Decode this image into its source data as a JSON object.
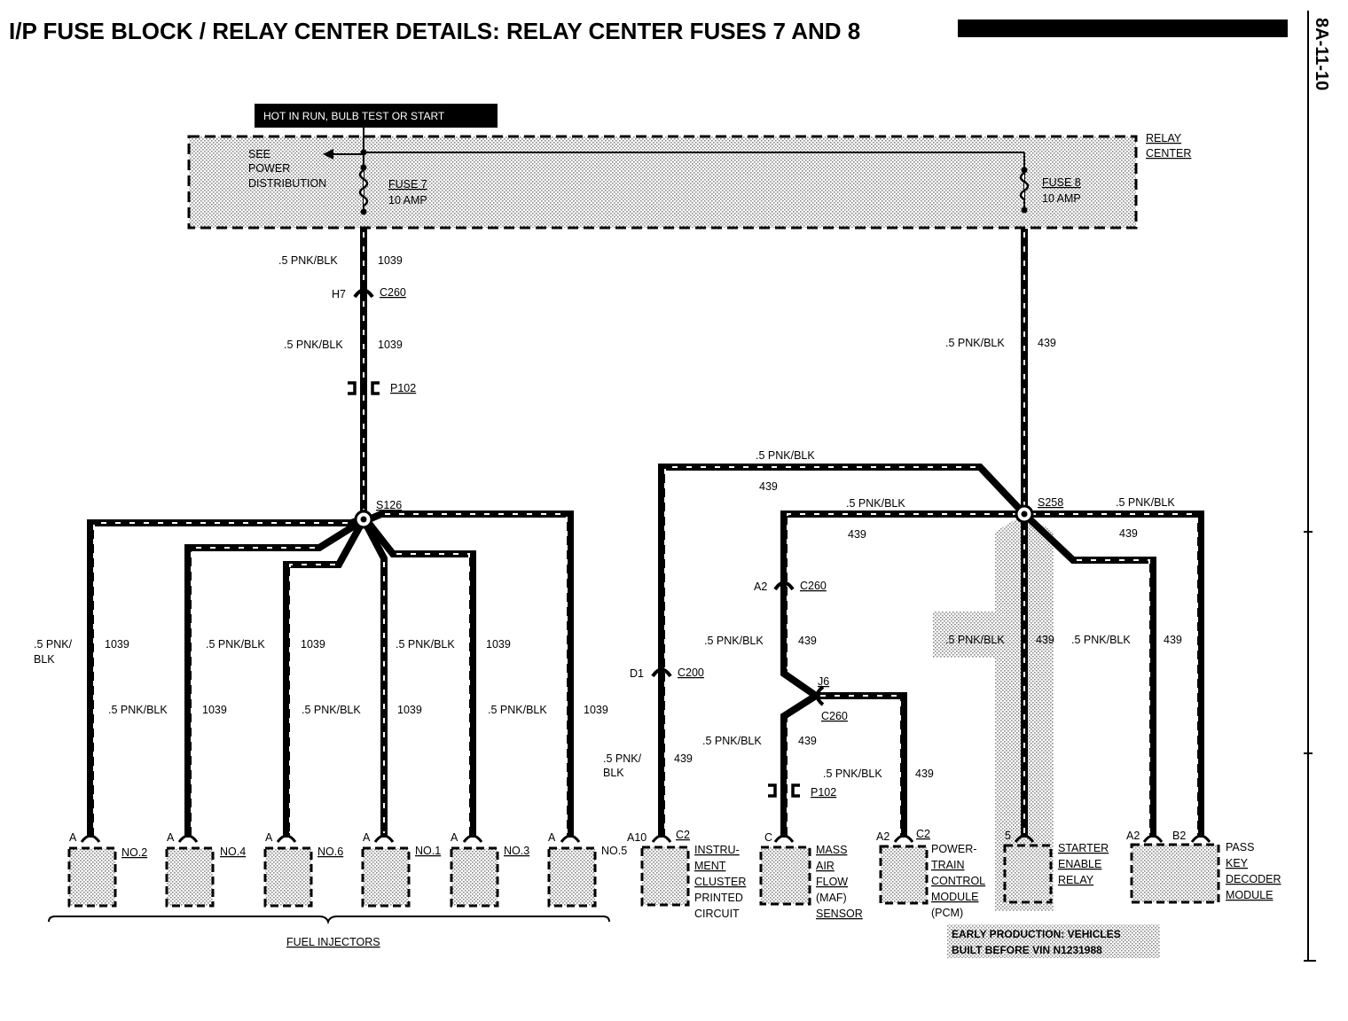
{
  "title": "I/P FUSE BLOCK / RELAY CENTER DETAILS: RELAY CENTER FUSES 7 AND 8",
  "page_number": "8A-11-10",
  "banner": "HOT IN RUN, BULB TEST OR START",
  "relay_center_label": [
    "RELAY",
    "CENTER"
  ],
  "power_distribution": [
    "SEE",
    "POWER",
    "DISTRIBUTION"
  ],
  "fuse7": {
    "name": "FUSE 7",
    "rating": "10 AMP"
  },
  "fuse8": {
    "name": "FUSE 8",
    "rating": "10 AMP"
  },
  "wire_color": ".5 PNK/BLK",
  "wire_color_split": [
    ".5 PNK/",
    "BLK"
  ],
  "circuit_1039": "1039",
  "circuit_439": "439",
  "connectors": {
    "c260": "C260",
    "c200": "C200",
    "p102": "P102",
    "h7": "H7",
    "a2": "A2",
    "d1": "D1",
    "j6": "J6"
  },
  "splices": {
    "s126": "S126",
    "s258": "S258"
  },
  "injectors": [
    {
      "pin": "A",
      "name": "NO.2"
    },
    {
      "pin": "A",
      "name": "NO.4"
    },
    {
      "pin": "A",
      "name": "NO.6"
    },
    {
      "pin": "A",
      "name": "NO.1"
    },
    {
      "pin": "A",
      "name": "NO.3"
    },
    {
      "pin": "A",
      "name": "NO.5"
    }
  ],
  "fuel_injectors_label": "FUEL INJECTORS",
  "components": {
    "cluster": {
      "pins": [
        "A10",
        "C2"
      ],
      "lines": [
        "INSTRU-",
        "MENT",
        "CLUSTER",
        "PRINTED",
        "CIRCUIT"
      ]
    },
    "maf": {
      "pin": "C",
      "lines": [
        "MASS",
        "AIR",
        "FLOW",
        "(MAF)",
        "SENSOR"
      ]
    },
    "pcm": {
      "pins": [
        "A2",
        "C2"
      ],
      "lines": [
        "POWER-",
        "TRAIN",
        "CONTROL",
        "MODULE",
        "(PCM)"
      ]
    },
    "starter": {
      "pin": "5",
      "lines": [
        "STARTER",
        "ENABLE",
        "RELAY"
      ]
    },
    "passkey": {
      "pins": [
        "A2",
        "B2"
      ],
      "lines": [
        "PASS",
        "KEY",
        "DECODER",
        "MODULE"
      ]
    }
  },
  "early_production_note": [
    "EARLY PRODUCTION: VEHICLES",
    "BUILT BEFORE VIN N1231988"
  ]
}
